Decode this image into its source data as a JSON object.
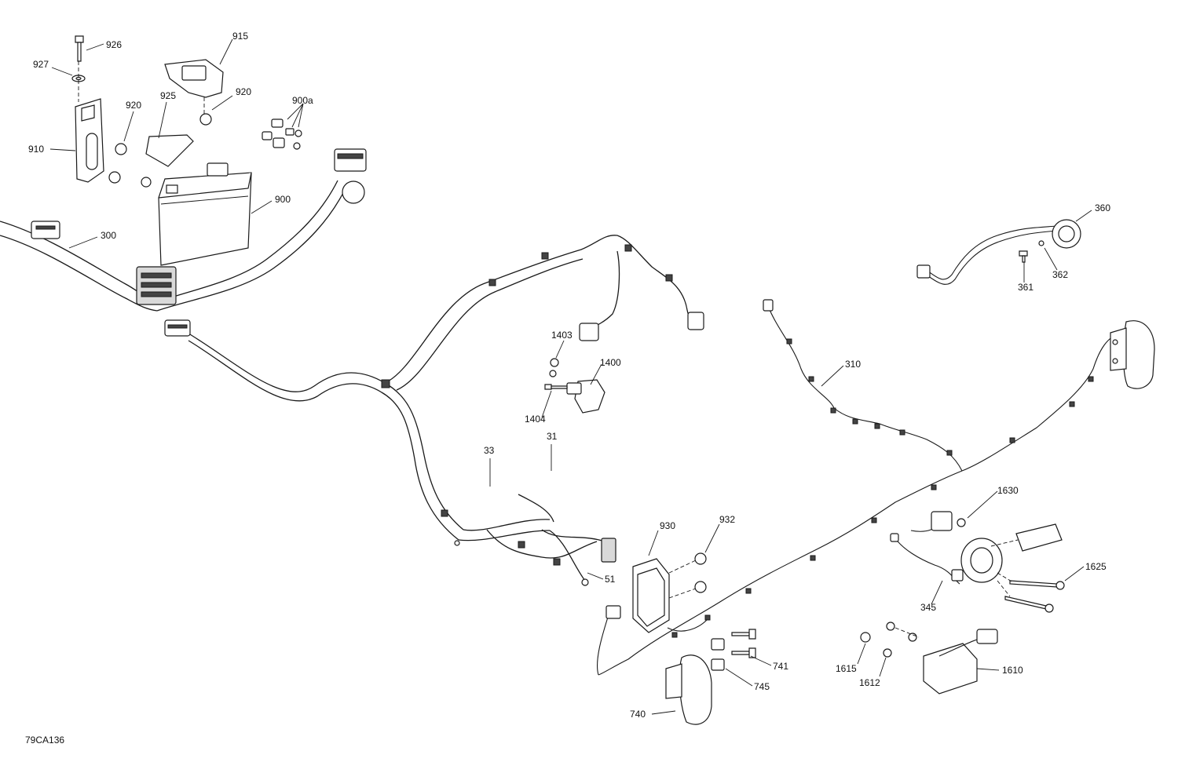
{
  "diagram": {
    "reference_code": "79CA136",
    "part_numbers": {
      "p926": "926",
      "p927": "927",
      "p915": "915",
      "p920a": "920",
      "p920b": "920",
      "p925": "925",
      "p900a": "900a",
      "p910": "910",
      "p900": "900",
      "p300": "300",
      "p360": "360",
      "p361": "361",
      "p362": "362",
      "p1403": "1403",
      "p1400": "1400",
      "p1404": "1404",
      "p310": "310",
      "p33": "33",
      "p31": "31",
      "p930": "930",
      "p932": "932",
      "p51": "51",
      "p1630": "1630",
      "p1625": "1625",
      "p345": "345",
      "p741": "741",
      "p745": "745",
      "p740": "740",
      "p1615": "1615",
      "p1612": "1612",
      "p1610": "1610"
    }
  }
}
